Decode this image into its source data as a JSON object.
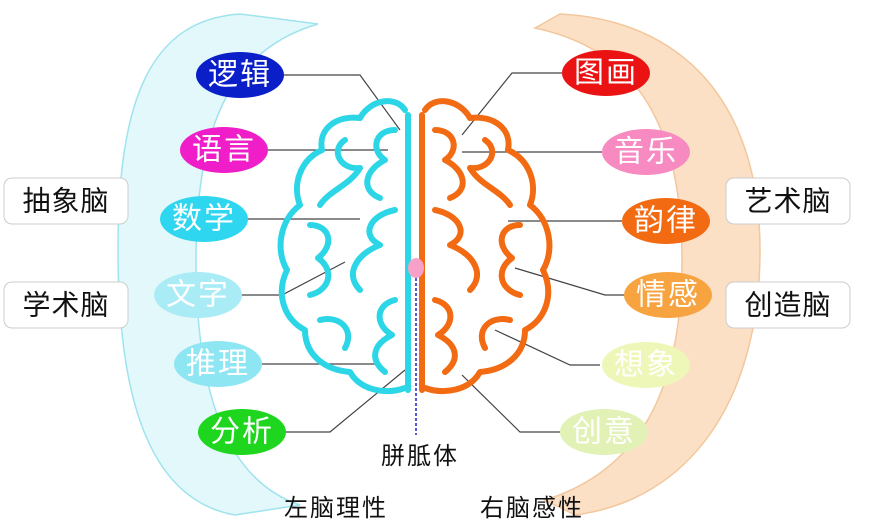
{
  "left_group": {
    "top_label": "抽象脑",
    "bottom_label": "学术脑",
    "band_fill": "#e3f8fb",
    "band_stroke": "#9fe3ee",
    "items": [
      {
        "label": "逻辑",
        "bg": "#0b1fc9",
        "fg": "#ffffff"
      },
      {
        "label": "语言",
        "bg": "#f01ec8",
        "fg": "#ffffff"
      },
      {
        "label": "数学",
        "bg": "#2fd6f0",
        "fg": "#ffffff"
      },
      {
        "label": "文字",
        "bg": "#a9ecf6",
        "fg": "#ffffff"
      },
      {
        "label": "推理",
        "bg": "#8fe6f3",
        "fg": "#ffffff"
      },
      {
        "label": "分析",
        "bg": "#1dd61d",
        "fg": "#ffffff"
      }
    ]
  },
  "right_group": {
    "top_label": "艺术脑",
    "bottom_label": "创造脑",
    "band_fill": "#fbe0c6",
    "band_stroke": "#f3c79c",
    "items": [
      {
        "label": "图画",
        "bg": "#ea1212",
        "fg": "#ffffff"
      },
      {
        "label": "音乐",
        "bg": "#f78ac0",
        "fg": "#ffffff"
      },
      {
        "label": "韵律",
        "bg": "#f26a12",
        "fg": "#ffffff"
      },
      {
        "label": "情感",
        "bg": "#f7a340",
        "fg": "#ffffff"
      },
      {
        "label": "想象",
        "bg": "#eef7b8",
        "fg": "#ffffff"
      },
      {
        "label": "创意",
        "bg": "#e2f1b5",
        "fg": "#ffffff"
      }
    ]
  },
  "corpus_callosum": {
    "label": "胼胝体",
    "dot_color": "#f7a0c8",
    "line_color": "#1a22c8"
  },
  "bottom": {
    "left_caption": "左脑理性",
    "right_caption": "右脑感性"
  },
  "brain_colors": {
    "left": "#2cd6e6",
    "right": "#f26a12"
  }
}
